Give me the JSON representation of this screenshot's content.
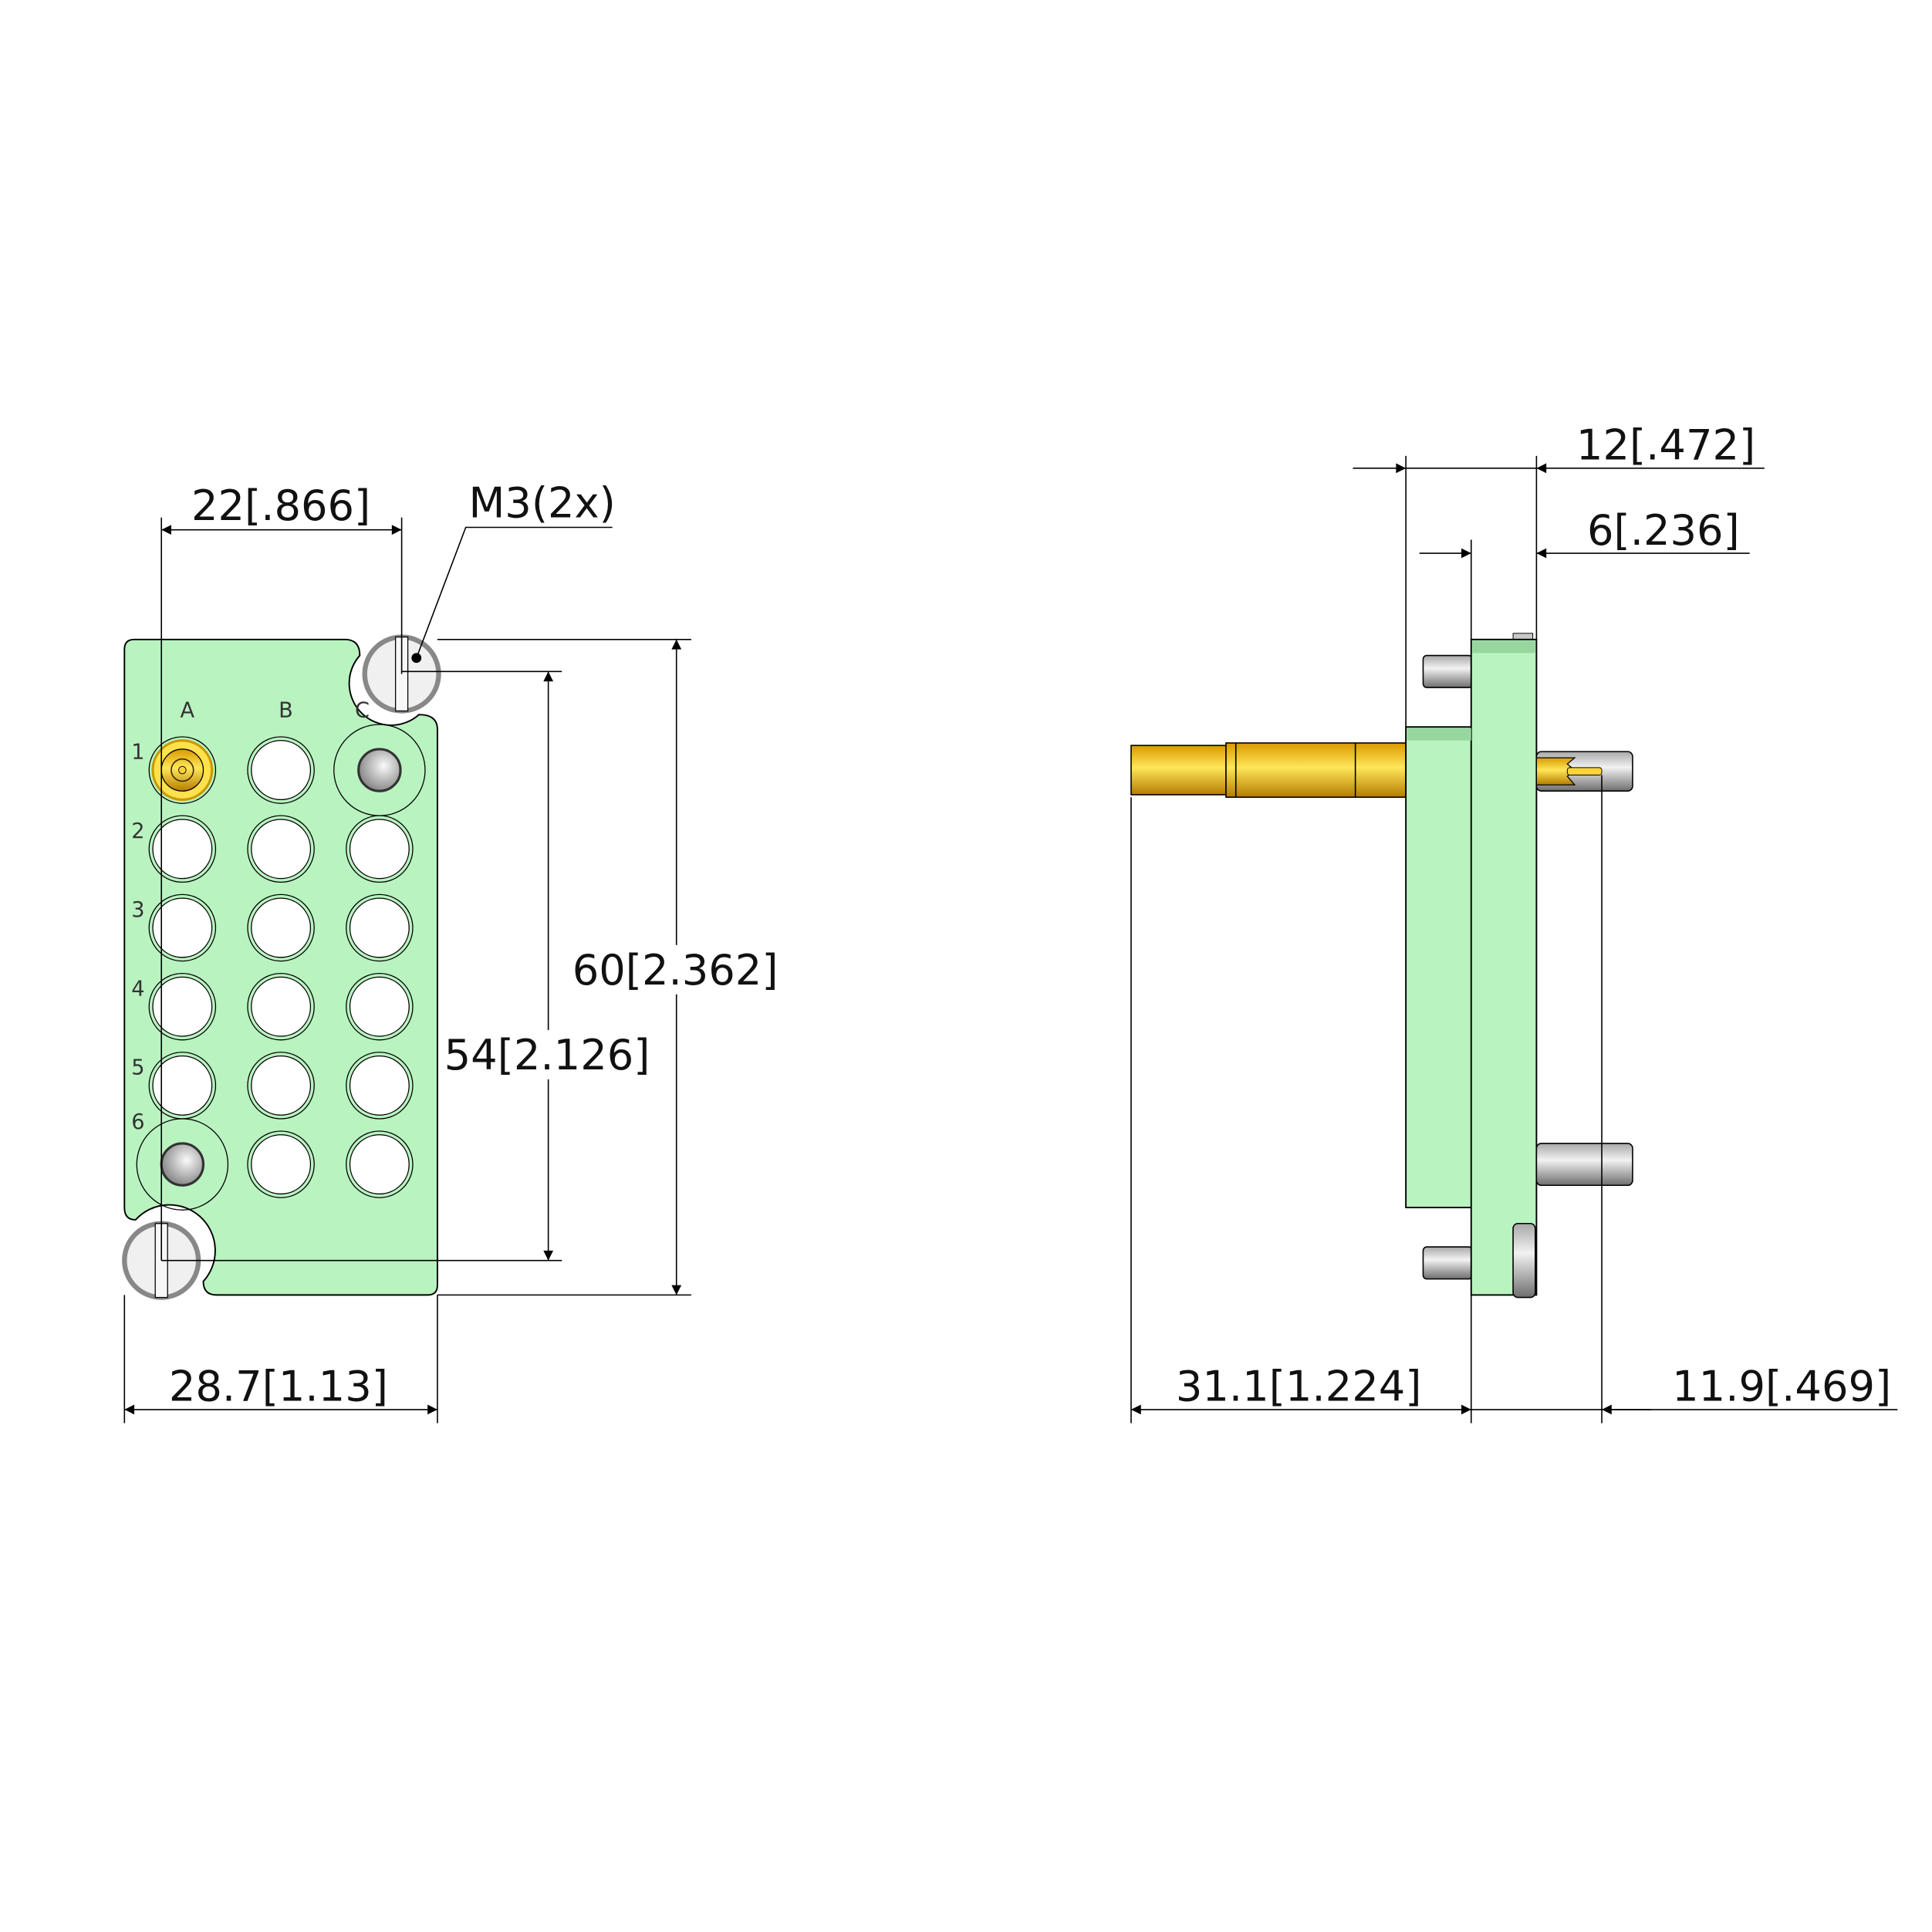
{
  "colors": {
    "body": "#b9f3c0",
    "shade": "#98d69f",
    "gold": "#f5b400",
    "steel": "#c8c8c8"
  },
  "front_view": {
    "columns": [
      "A",
      "B",
      "C"
    ],
    "rows": [
      "1",
      "2",
      "3",
      "4",
      "5",
      "6"
    ],
    "cavities": [
      [
        "contact",
        "empty",
        "guide-pin"
      ],
      [
        "empty",
        "empty",
        "empty"
      ],
      [
        "empty",
        "empty",
        "empty"
      ],
      [
        "empty",
        "empty",
        "empty"
      ],
      [
        "empty",
        "empty",
        "empty"
      ],
      [
        "guide-pin",
        "empty",
        "empty"
      ]
    ],
    "dimensions": {
      "pitch_width": "22[.866]",
      "screw_callout": "M3(2x)",
      "screw_spacing": "54[2.126]",
      "height": "60[2.362]",
      "width": "28.7[1.13]"
    }
  },
  "side_view": {
    "dimensions": {
      "overall_depth": "12[.472]",
      "flange_thickness": "6[.236]",
      "rear_length": "31.1[1.224]",
      "front_length": "11.9[.469]"
    }
  }
}
